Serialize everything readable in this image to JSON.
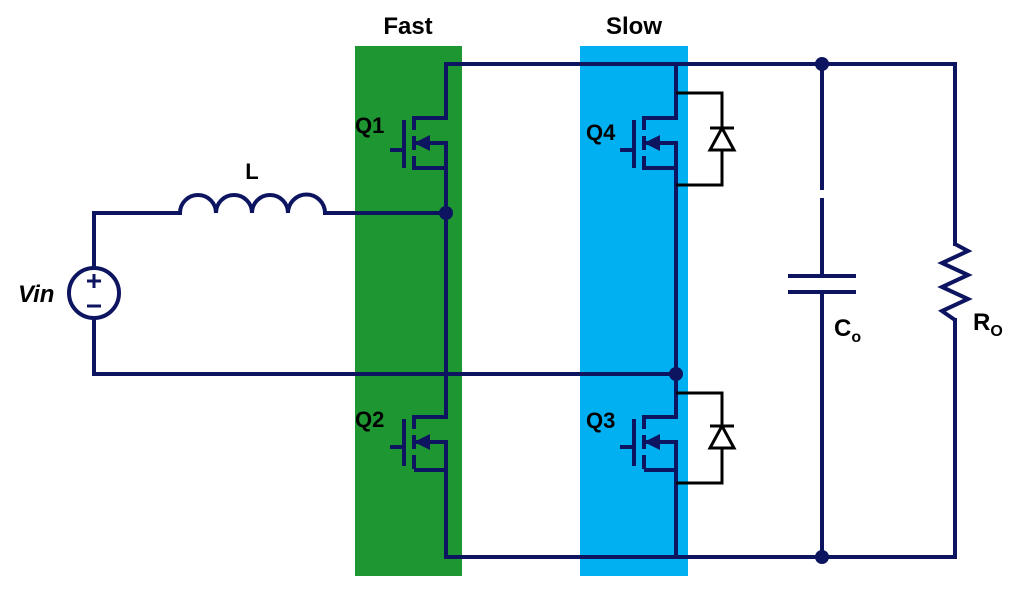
{
  "colors": {
    "wire": "#0d1460",
    "fast_band": "#1e9632",
    "slow_band": "#00b0f0",
    "background": "#ffffff"
  },
  "bands": {
    "fast_label": "Fast",
    "slow_label": "Slow"
  },
  "components": {
    "source_label": "Vin",
    "inductor_label": "L",
    "q1_label": "Q1",
    "q2_label": "Q2",
    "q3_label": "Q3",
    "q4_label": "Q4",
    "capacitor_label": "C",
    "capacitor_subscript": "o",
    "resistor_label": "R",
    "resistor_subscript": "O"
  }
}
